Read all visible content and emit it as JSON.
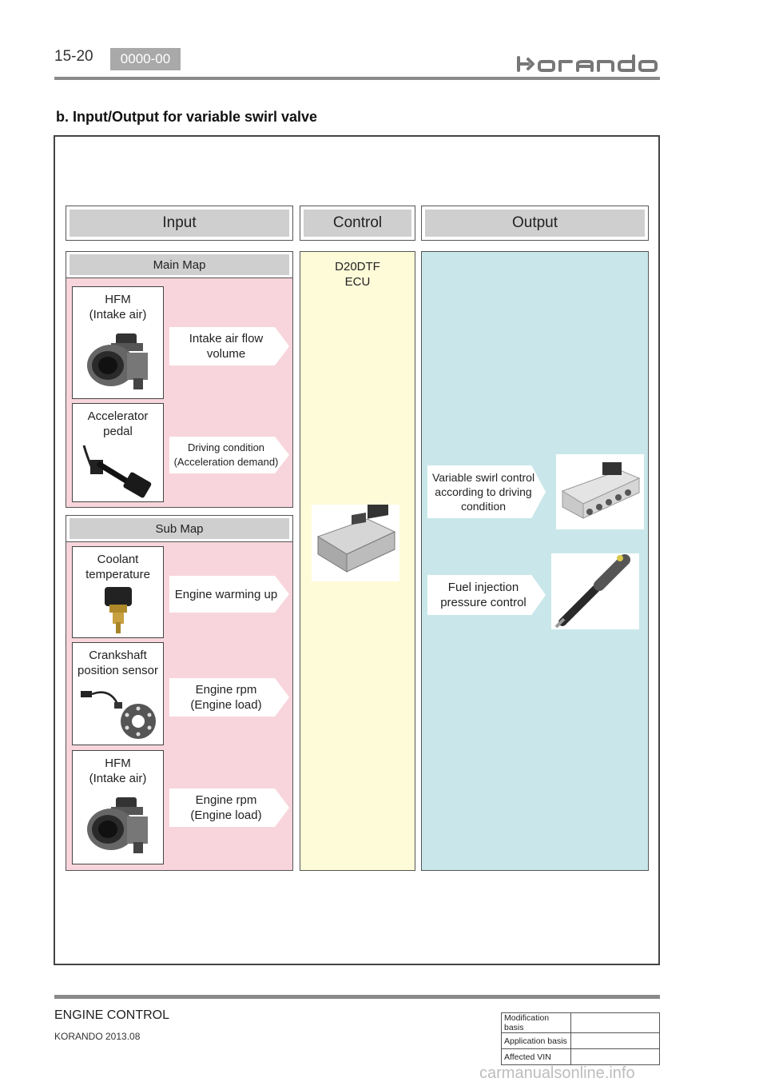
{
  "header": {
    "page_number": "15-20",
    "code": "0000-00",
    "brand": "korando"
  },
  "section_title": "b. Input/Output for variable swirl valve",
  "columns": {
    "input": "Input",
    "control": "Control",
    "output": "Output"
  },
  "main_map": {
    "title": "Main Map",
    "items": [
      {
        "sensor": "HFM\n(Intake air)",
        "signal": "Intake air flow\nvolume"
      },
      {
        "sensor": "Accelerator\npedal",
        "signal": "Driving condition\n(Acceleration demand)"
      }
    ]
  },
  "sub_map": {
    "title": "Sub Map",
    "items": [
      {
        "sensor": "Coolant\ntemperature",
        "signal": "Engine warming up"
      },
      {
        "sensor": "Crankshaft\nposition sensor",
        "signal": "Engine rpm\n(Engine load)"
      },
      {
        "sensor": "HFM\n(Intake air)",
        "signal": "Engine rpm\n(Engine load)"
      }
    ]
  },
  "control_unit": "D20DTF\nECU",
  "outputs": [
    {
      "label": "Variable swirl control\naccording to driving\ncondition"
    },
    {
      "label": "Fuel injection\npressure control"
    }
  ],
  "footer": {
    "title": "ENGINE CONTROL",
    "subtitle": "KORANDO 2013.08",
    "table_rows": [
      "Modification basis",
      "Application basis",
      "Affected VIN"
    ]
  },
  "watermark": "carmanualsonline.info"
}
